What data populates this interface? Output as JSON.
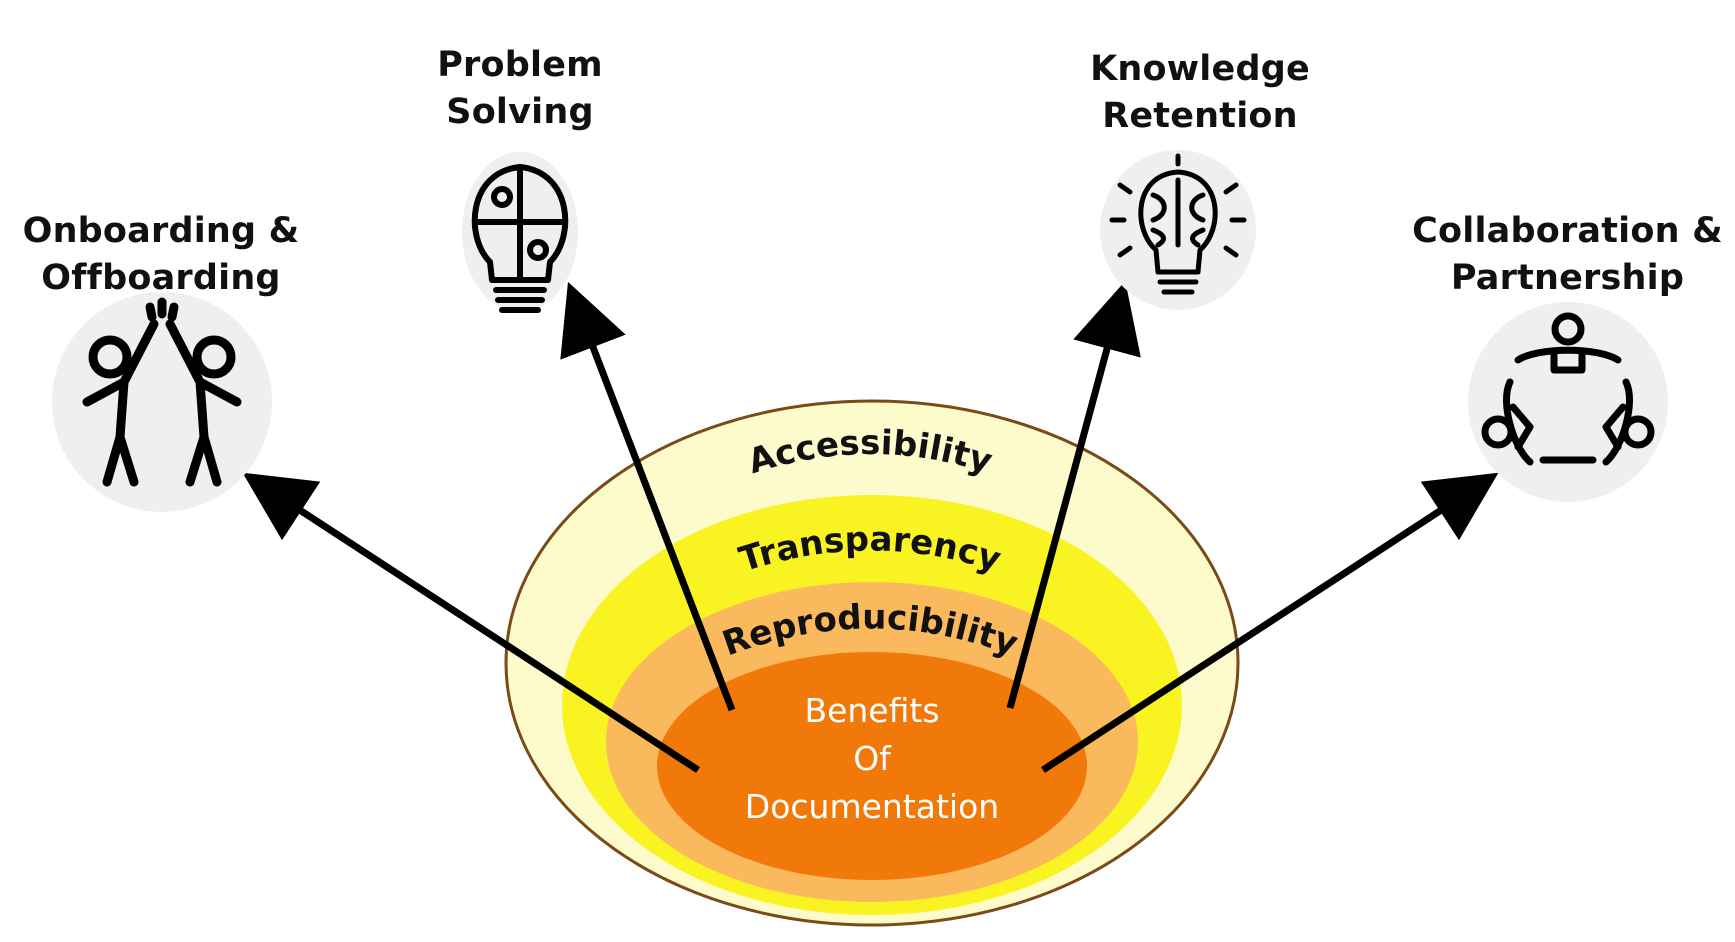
{
  "center": {
    "line1": "Benefits",
    "line2": "Of",
    "line3": "Documentation"
  },
  "rings": {
    "outer": "Accessibility",
    "middle": "Transparency",
    "inner": "Reproducibility"
  },
  "benefits": {
    "onboarding": {
      "line1": "Onboarding &",
      "line2": "Offboarding",
      "icon": "high-five-icon"
    },
    "problem": {
      "line1": "Problem",
      "line2": "Solving",
      "icon": "puzzle-lightbulb-icon"
    },
    "knowledge": {
      "line1": "Knowledge",
      "line2": "Retention",
      "icon": "brain-lightbulb-icon"
    },
    "collab": {
      "line1": "Collaboration &",
      "line2": "Partnership",
      "icon": "team-circle-icon"
    }
  },
  "colors": {
    "outer_ring": "#fdfbcc",
    "middle_ring": "#f9f321",
    "inner_ring": "#fbb95d",
    "core": "#f0790a",
    "ring_border": "#7a4a17",
    "icon_bg": "#efeff0",
    "arrow": "#000000"
  }
}
